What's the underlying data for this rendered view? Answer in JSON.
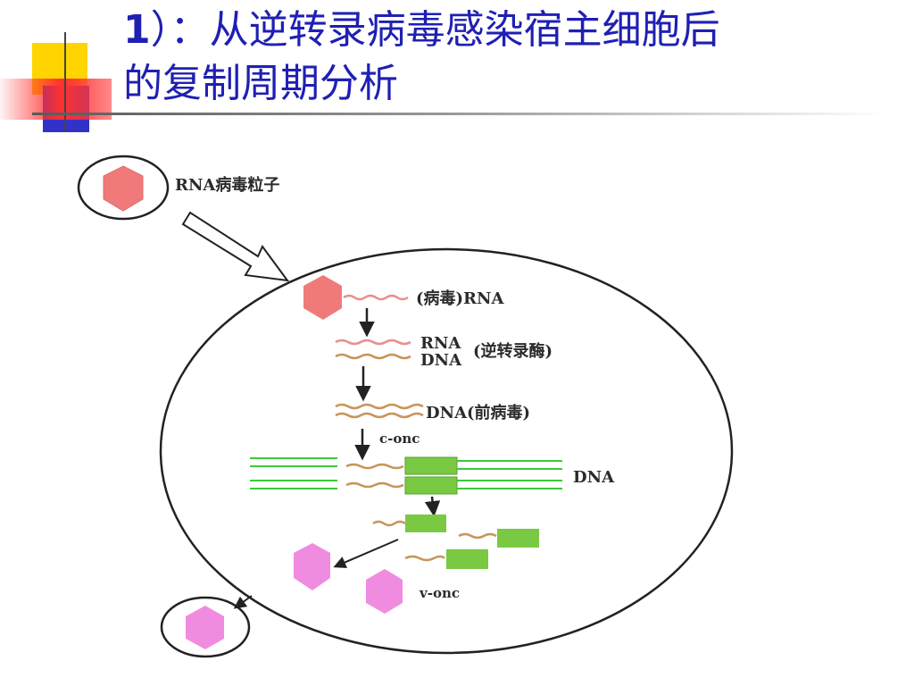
{
  "title": {
    "number": "1",
    "line1_rest": "）：从逆转录病毒感染宿主细胞后",
    "line2": "的复制周期分析"
  },
  "diagram": {
    "virion_label": "RNA病毒粒子",
    "viral_rna_label": "(病毒)RNA",
    "hybrid_rna_label": "RNA",
    "hybrid_dna_label": "DNA",
    "reverse_transcriptase_label": "(逆转录酶)",
    "provirus_label": "DNA(前病毒)",
    "c_onc_label": "c-onc",
    "host_dna_label": "DNA",
    "v_onc_label": "v-onc"
  },
  "colors": {
    "title": "#1f1fb4",
    "virus_red": "#f07a7a",
    "virus_pink": "#f08ce0",
    "rna_strand": "#e88f8f",
    "dna_strand": "#c8955a",
    "host_dna": "#3cc93c",
    "onc_box": "#7ac943"
  }
}
